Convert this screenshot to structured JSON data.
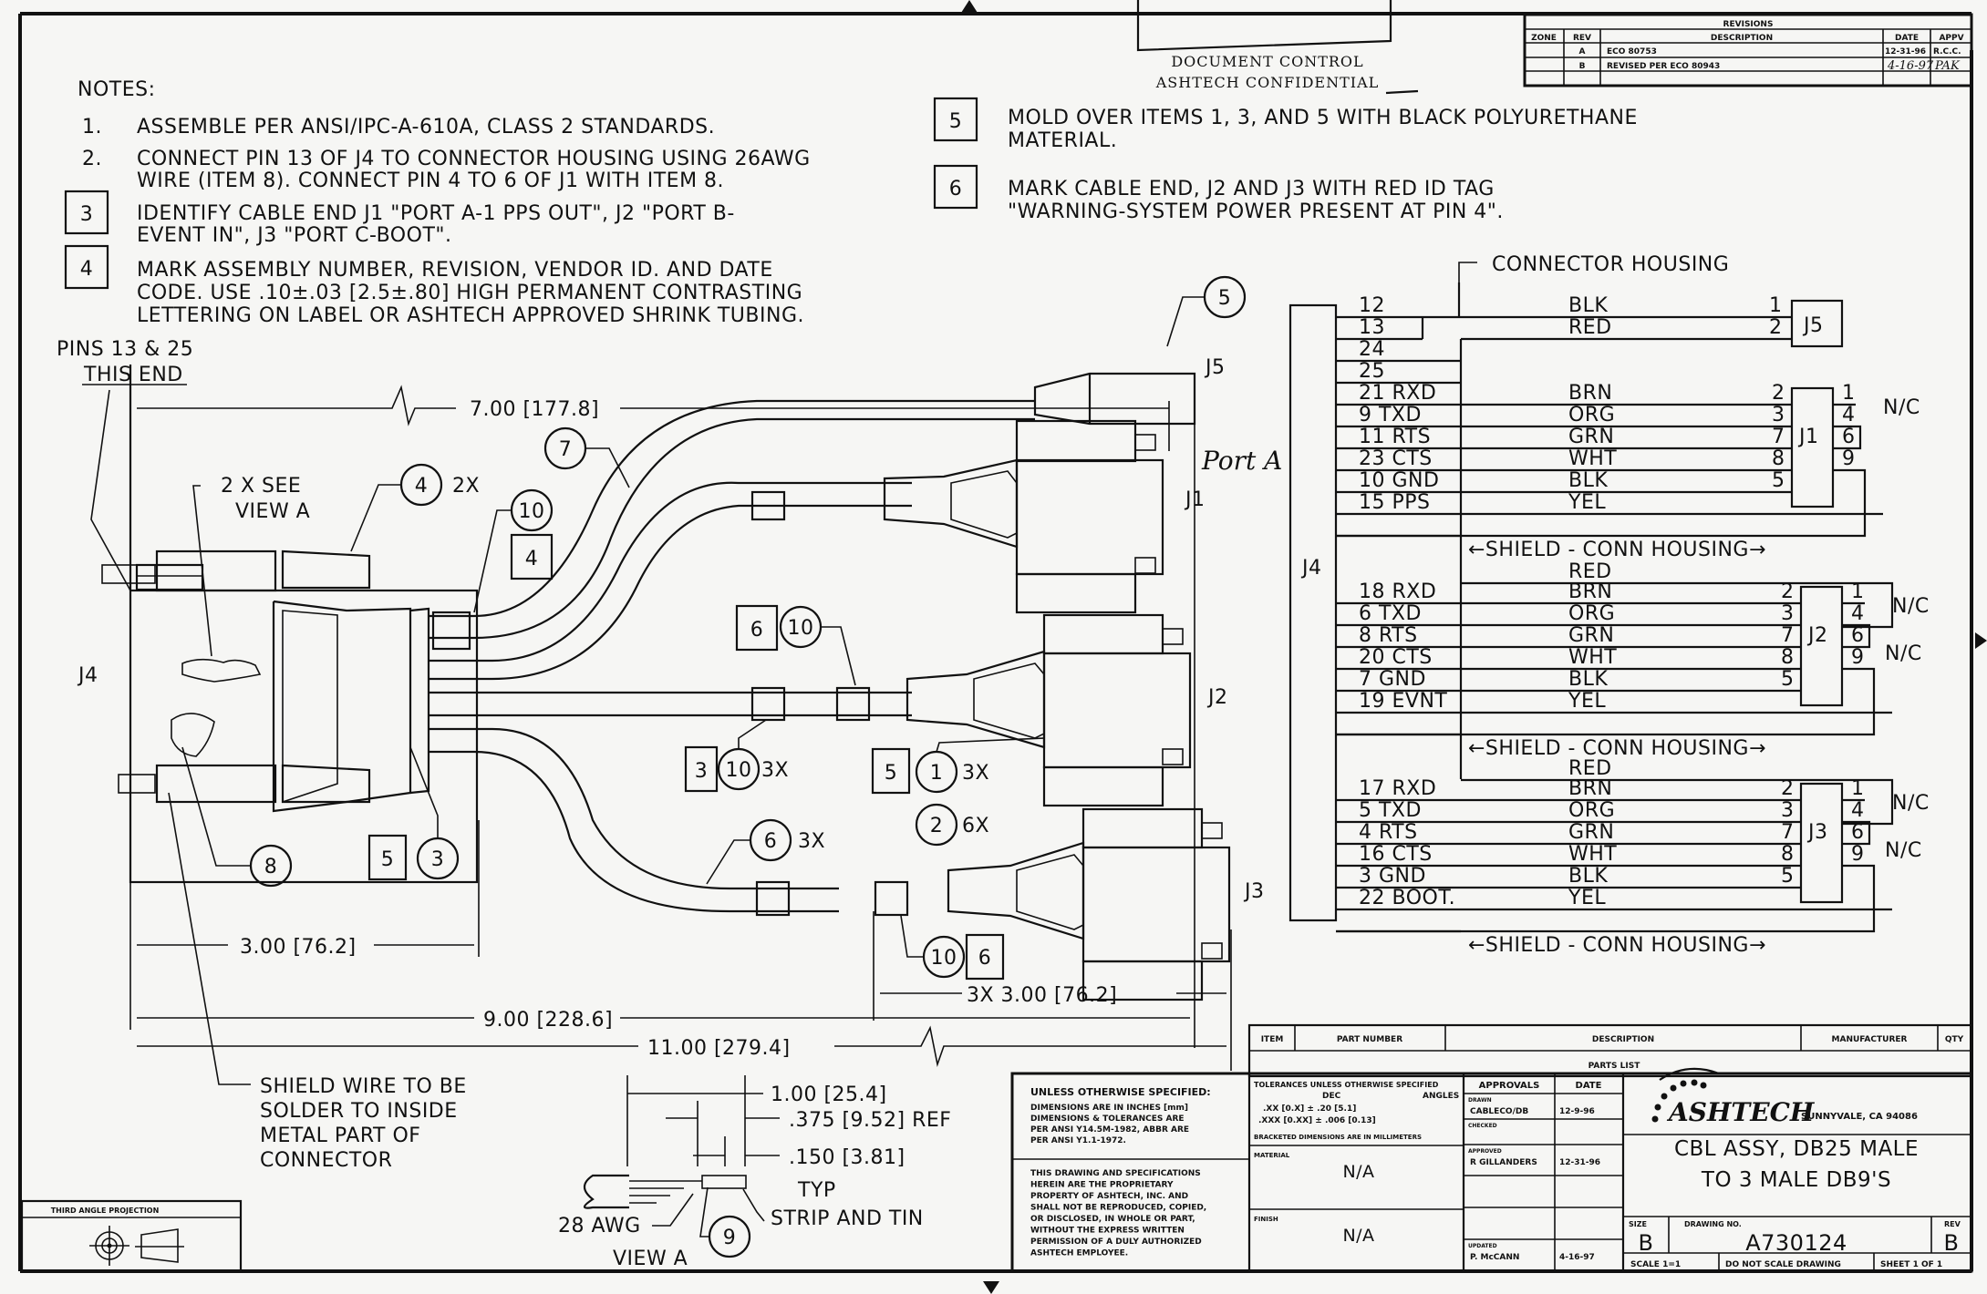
{
  "document_stamp": {
    "line1": "DOCUMENT CONTROL",
    "line2": "ASHTECH CONFIDENTIAL"
  },
  "revisions": {
    "title": "REVISIONS",
    "headers": [
      "ZONE",
      "REV",
      "DESCRIPTION",
      "DATE",
      "APPV"
    ],
    "rows": [
      {
        "zone": "",
        "rev": "A",
        "description": "ECO 80753",
        "date": "12-31-96",
        "appv": "R.C.C."
      },
      {
        "zone": "",
        "rev": "B",
        "description": "REVISED PER ECO 80943",
        "date": "4-16-97",
        "appv": "PAK"
      }
    ]
  },
  "notes": {
    "title": "NOTES:",
    "items": [
      {
        "marker": "1.",
        "flag": false,
        "lines": [
          "ASSEMBLE PER ANSI/IPC-A-610A, CLASS 2 STANDARDS."
        ]
      },
      {
        "marker": "2.",
        "flag": false,
        "lines": [
          "CONNECT PIN 13 OF J4 TO CONNECTOR HOUSING USING 26AWG",
          "WIRE (ITEM 8). CONNECT PIN 4 TO 6 OF J1 WITH ITEM 8."
        ]
      },
      {
        "marker": "3",
        "flag": true,
        "lines": [
          "IDENTIFY CABLE END J1 \"PORT A-1 PPS OUT\", J2 \"PORT B-",
          "EVENT IN\", J3 \"PORT C-BOOT\"."
        ]
      },
      {
        "marker": "4",
        "flag": true,
        "lines": [
          "MARK ASSEMBLY NUMBER, REVISION, VENDOR ID. AND DATE",
          "CODE. USE .10±.03 [2.5±.80] HIGH PERMANENT CONTRASTING",
          "LETTERING ON LABEL OR ASHTECH APPROVED SHRINK TUBING."
        ]
      },
      {
        "marker": "5",
        "flag": true,
        "lines": [
          "MOLD OVER ITEMS 1, 3, AND 5 WITH BLACK POLYURETHANE",
          "MATERIAL."
        ]
      },
      {
        "marker": "6",
        "flag": true,
        "lines": [
          "MARK CABLE END, J2 AND J3 WITH RED ID TAG",
          "\"WARNING-SYSTEM POWER PRESENT AT PIN 4\"."
        ]
      }
    ]
  },
  "assembly": {
    "pins_note": [
      "PINS 13 & 25",
      "THIS END"
    ],
    "see_view": [
      "2 X SEE",
      "VIEW A"
    ],
    "connectors": {
      "j4": "J4",
      "j5": "J5",
      "j1": "J1",
      "j2": "J2",
      "j3": "J3"
    },
    "handwritten": "Port A",
    "dimensions": {
      "d7": "7.00 [177.8]",
      "d3": "3.00 [76.2]",
      "d9": "9.00 [228.6]",
      "d11": "11.00 [279.4]",
      "d3x": "3X  3.00 [76.2]"
    },
    "balloons": {
      "b5top": "5",
      "b7": "7",
      "b4": "4",
      "b4qty": "2X",
      "b10a": "10",
      "sq4": "4",
      "sq6a": "6",
      "b10b": "10",
      "sq3": "3",
      "b10c": "10",
      "q3x_a": "3X",
      "sq5a": "5",
      "b1": "1",
      "q3x_b": "3X",
      "b2": "2",
      "q6x": "6X",
      "b6": "6",
      "q3x_c": "3X",
      "sq5b": "5",
      "b3": "3",
      "b8": "8",
      "b10d": "10",
      "sq6b": "6"
    },
    "shield_note": [
      "SHIELD WIRE TO BE",
      "SOLDER TO INSIDE",
      "METAL PART OF",
      "CONNECTOR"
    ]
  },
  "view_a": {
    "dim1": "1.00 [25.4]",
    "dim2": ".375 [9.52] REF",
    "dim3": ".150 [3.81]",
    "typ": "TYP",
    "strip": "STRIP AND TIN",
    "awg": "28 AWG",
    "title": "VIEW A",
    "balloon": "9"
  },
  "schematic": {
    "housing_label": "CONNECTOR HOUSING",
    "j4_label": "J4",
    "shield_label": "←SHIELD - CONN HOUSING→",
    "nc": "N/C",
    "groups": [
      {
        "connector": "J5",
        "wires": [
          {
            "j4": "12",
            "color": "BLK",
            "pin": "1"
          },
          {
            "j4": "13",
            "color": "RED",
            "pin": "2"
          }
        ],
        "extra": [
          "24",
          "25"
        ]
      },
      {
        "connector": "J1",
        "wires": [
          {
            "j4": "21  RXD",
            "color": "BRN",
            "pin": "2"
          },
          {
            "j4": "9  TXD",
            "color": "ORG",
            "pin": "3"
          },
          {
            "j4": "11  RTS",
            "color": "GRN",
            "pin": "7"
          },
          {
            "j4": "23  CTS",
            "color": "WHT",
            "pin": "8"
          },
          {
            "j4": "10  GND",
            "color": "BLK",
            "pin": "5"
          },
          {
            "j4": "15  PPS",
            "color": "YEL",
            "pin": ""
          }
        ],
        "right_pins": [
          "1",
          "4",
          "6",
          "9"
        ]
      },
      {
        "connector": "J2",
        "red": "RED",
        "wires": [
          {
            "j4": "18  RXD",
            "color": "BRN",
            "pin": "2"
          },
          {
            "j4": "6  TXD",
            "color": "ORG",
            "pin": "3"
          },
          {
            "j4": "8  RTS",
            "color": "GRN",
            "pin": "7"
          },
          {
            "j4": "20  CTS",
            "color": "WHT",
            "pin": "8"
          },
          {
            "j4": "7  GND",
            "color": "BLK",
            "pin": "5"
          },
          {
            "j4": "19  EVNT",
            "color": "YEL",
            "pin": ""
          }
        ],
        "right_pins": [
          "1",
          "4",
          "6",
          "9"
        ]
      },
      {
        "connector": "J3",
        "red": "RED",
        "wires": [
          {
            "j4": "17  RXD",
            "color": "BRN",
            "pin": "2"
          },
          {
            "j4": "5  TXD",
            "color": "ORG",
            "pin": "3"
          },
          {
            "j4": "4  RTS",
            "color": "GRN",
            "pin": "7"
          },
          {
            "j4": "16  CTS",
            "color": "WHT",
            "pin": "8"
          },
          {
            "j4": "3  GND",
            "color": "BLK",
            "pin": "5"
          },
          {
            "j4": "22  BOOT.",
            "color": "YEL",
            "pin": ""
          }
        ],
        "right_pins": [
          "1",
          "4",
          "6",
          "9"
        ]
      }
    ]
  },
  "parts_list": {
    "headers": [
      "ITEM",
      "PART NUMBER",
      "DESCRIPTION",
      "MANUFACTURER",
      "QTY"
    ],
    "title": "PARTS LIST"
  },
  "title_block": {
    "unless": "UNLESS OTHERWISE SPECIFIED:",
    "dims_note": [
      "DIMENSIONS ARE IN INCHES [mm]",
      "DIMENSIONS & TOLERANCES ARE",
      "PER ANSI Y14.5M-1982, ABBR ARE",
      "PER ANSI Y1.1-1972."
    ],
    "proprietary": [
      "THIS DRAWING AND SPECIFICATIONS",
      "HEREIN ARE THE PROPRIETARY",
      "PROPERTY OF ASHTECH, INC. AND",
      "SHALL NOT BE REPRODUCED, COPIED,",
      "OR DISCLOSED, IN WHOLE OR PART,",
      "WITHOUT THE EXPRESS WRITTEN",
      "PERMISSION OF A DULY AUTHORIZED",
      "ASHTECH EMPLOYEE."
    ],
    "tolerances": [
      "TOLERANCES UNLESS OTHERWISE SPECIFIED",
      "DEC",
      "ANGLES",
      ".XX [0.X] ± .20 [5.1]",
      ".XXX [0.XX] ± .006 [0.13]",
      "BRACKETED DIMENSIONS ARE IN MILLIMETERS"
    ],
    "material_label": "MATERIAL",
    "material": "N/A",
    "finish_label": "FINISH",
    "finish": "N/A",
    "approvals_header": "APPROVALS",
    "date_header": "DATE",
    "approvals": [
      {
        "role": "DRAWN",
        "name": "CABLECO/DB",
        "date": "12-9-96"
      },
      {
        "role": "CHECKED",
        "name": "",
        "date": ""
      },
      {
        "role": "APPROVED",
        "name": "R GILLANDERS",
        "date": "12-31-96"
      },
      {
        "role": "",
        "name": "",
        "date": ""
      },
      {
        "role": "",
        "name": "",
        "date": ""
      },
      {
        "role": "UPDATED",
        "name": "P. McCANN",
        "date": "4-16-97"
      }
    ],
    "company": "ASHTECH",
    "location": "SUNNYVALE, CA 94086",
    "title_lines": [
      "CBL ASSY, DB25 MALE",
      "TO 3 MALE DB9'S"
    ],
    "size_label": "SIZE",
    "size": "B",
    "drawing_no_label": "DRAWING NO.",
    "drawing_no": "A730124",
    "rev_label": "REV",
    "rev": "B",
    "scale": "SCALE  1=1",
    "do_not_scale": "DO NOT SCALE DRAWING",
    "sheet": "SHEET 1 OF 1"
  },
  "projection": {
    "label": "THIRD ANGLE PROJECTION"
  }
}
